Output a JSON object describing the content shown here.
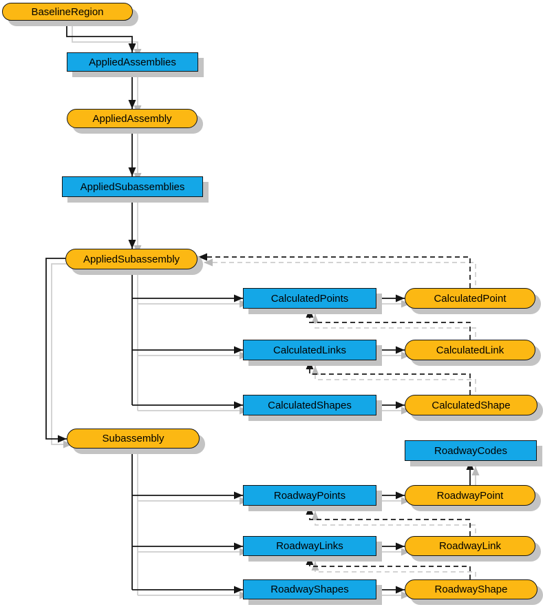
{
  "diagram": {
    "nodes": {
      "baselineRegion": {
        "label": "BaselineRegion",
        "kind": "object"
      },
      "appliedAssemblies": {
        "label": "AppliedAssemblies",
        "kind": "collection"
      },
      "appliedAssembly": {
        "label": "AppliedAssembly",
        "kind": "object"
      },
      "appliedSubassemblies": {
        "label": "AppliedSubassemblies",
        "kind": "collection"
      },
      "appliedSubassembly": {
        "label": "AppliedSubassembly",
        "kind": "object"
      },
      "calculatedPoints": {
        "label": "CalculatedPoints",
        "kind": "collection"
      },
      "calculatedPoint": {
        "label": "CalculatedPoint",
        "kind": "object"
      },
      "calculatedLinks": {
        "label": "CalculatedLinks",
        "kind": "collection"
      },
      "calculatedLink": {
        "label": "CalculatedLink",
        "kind": "object"
      },
      "calculatedShapes": {
        "label": "CalculatedShapes",
        "kind": "collection"
      },
      "calculatedShape": {
        "label": "CalculatedShape",
        "kind": "object"
      },
      "subassembly": {
        "label": "Subassembly",
        "kind": "object"
      },
      "roadwayCodes": {
        "label": "RoadwayCodes",
        "kind": "collection"
      },
      "roadwayPoints": {
        "label": "RoadwayPoints",
        "kind": "collection"
      },
      "roadwayPoint": {
        "label": "RoadwayPoint",
        "kind": "object"
      },
      "roadwayLinks": {
        "label": "RoadwayLinks",
        "kind": "collection"
      },
      "roadwayLink": {
        "label": "RoadwayLink",
        "kind": "object"
      },
      "roadwayShapes": {
        "label": "RoadwayShapes",
        "kind": "collection"
      },
      "roadwayShape": {
        "label": "RoadwayShape",
        "kind": "object"
      }
    },
    "edges": [
      {
        "from": "baselineRegion",
        "to": "appliedAssemblies",
        "style": "solid"
      },
      {
        "from": "appliedAssemblies",
        "to": "appliedAssembly",
        "style": "solid"
      },
      {
        "from": "appliedAssembly",
        "to": "appliedSubassemblies",
        "style": "solid"
      },
      {
        "from": "appliedSubassemblies",
        "to": "appliedSubassembly",
        "style": "solid"
      },
      {
        "from": "appliedSubassembly",
        "to": "calculatedPoints",
        "style": "solid"
      },
      {
        "from": "appliedSubassembly",
        "to": "calculatedLinks",
        "style": "solid"
      },
      {
        "from": "appliedSubassembly",
        "to": "calculatedShapes",
        "style": "solid"
      },
      {
        "from": "appliedSubassembly",
        "to": "subassembly",
        "style": "solid"
      },
      {
        "from": "calculatedPoints",
        "to": "calculatedPoint",
        "style": "solid"
      },
      {
        "from": "calculatedLinks",
        "to": "calculatedLink",
        "style": "solid"
      },
      {
        "from": "calculatedShapes",
        "to": "calculatedShape",
        "style": "solid"
      },
      {
        "from": "subassembly",
        "to": "roadwayPoints",
        "style": "solid"
      },
      {
        "from": "subassembly",
        "to": "roadwayLinks",
        "style": "solid"
      },
      {
        "from": "subassembly",
        "to": "roadwayShapes",
        "style": "solid"
      },
      {
        "from": "roadwayPoints",
        "to": "roadwayPoint",
        "style": "solid"
      },
      {
        "from": "roadwayLinks",
        "to": "roadwayLink",
        "style": "solid"
      },
      {
        "from": "roadwayShapes",
        "to": "roadwayShape",
        "style": "solid"
      },
      {
        "from": "roadwayPoint",
        "to": "roadwayCodes",
        "style": "solid"
      },
      {
        "from": "calculatedPoint",
        "to": "appliedSubassembly",
        "style": "dashed"
      },
      {
        "from": "calculatedLink",
        "to": "calculatedPoints",
        "style": "dashed"
      },
      {
        "from": "calculatedShape",
        "to": "calculatedLinks",
        "style": "dashed"
      },
      {
        "from": "roadwayLink",
        "to": "roadwayPoints",
        "style": "dashed"
      },
      {
        "from": "roadwayShape",
        "to": "roadwayLinks",
        "style": "dashed"
      }
    ],
    "colors": {
      "object_fill": "#FCB813",
      "collection_fill": "#14A7E7",
      "node_border": "#151515",
      "node_shadow": "#C3C3C3",
      "connector": "#151515",
      "connector_shadow": "#CDCDCD",
      "connector_shadow_arrow": "#B9B9B9",
      "background": "#FFFFFF"
    }
  }
}
